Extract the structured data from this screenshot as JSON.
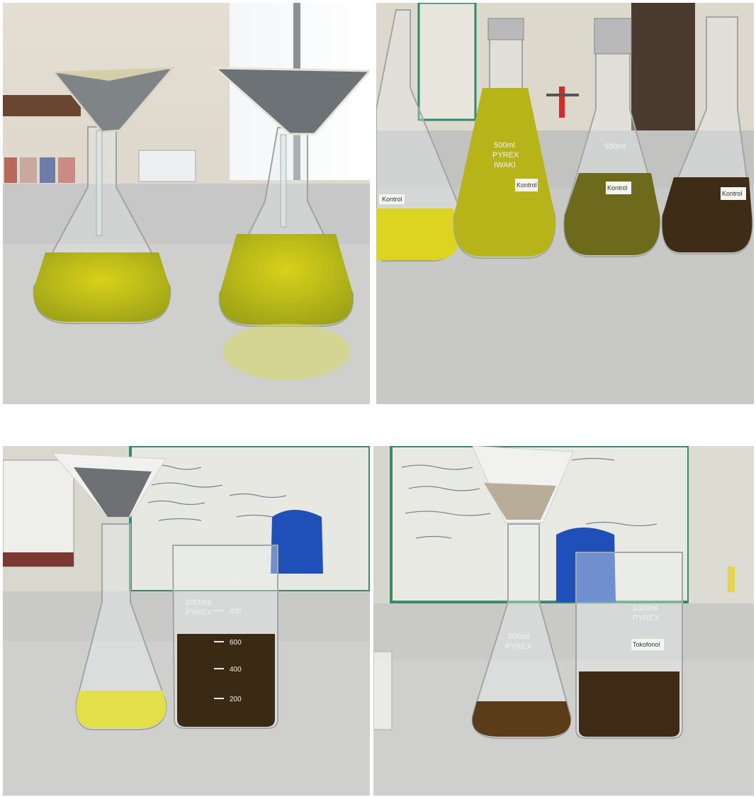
{
  "photos": [
    {
      "id": "p1",
      "description_name": "two-flasks-with-funnels"
    },
    {
      "id": "p2",
      "description_name": "four-flasks-colour-series"
    },
    {
      "id": "p3",
      "description_name": "flask-and-beaker-dark"
    },
    {
      "id": "p4",
      "description_name": "flask-and-beaker-brown"
    }
  ],
  "flask_labels": {
    "p2_label_1": "Kontrol",
    "p2_label_2": "Kontrol",
    "p2_label_3": "Kontrol",
    "p2_label_4": "Kontrol",
    "p4_beaker_label": "Tokofonol"
  },
  "glassware_print": {
    "pyrex_brand": "PYREX",
    "iwaki": "IWAKI",
    "flask_volume": "500ml",
    "beaker_volume": "1000ml",
    "grad_1000": "1000",
    "grad_800": "800",
    "grad_600": "600",
    "grad_400": "400",
    "grad_200": "200"
  },
  "colors": {
    "light_yellow": "#d8d21a",
    "olive_green": "#9aa018",
    "olive_dark": "#6e6a1c",
    "dark_brown": "#3b2a14",
    "bench": "#cfd0cd"
  }
}
